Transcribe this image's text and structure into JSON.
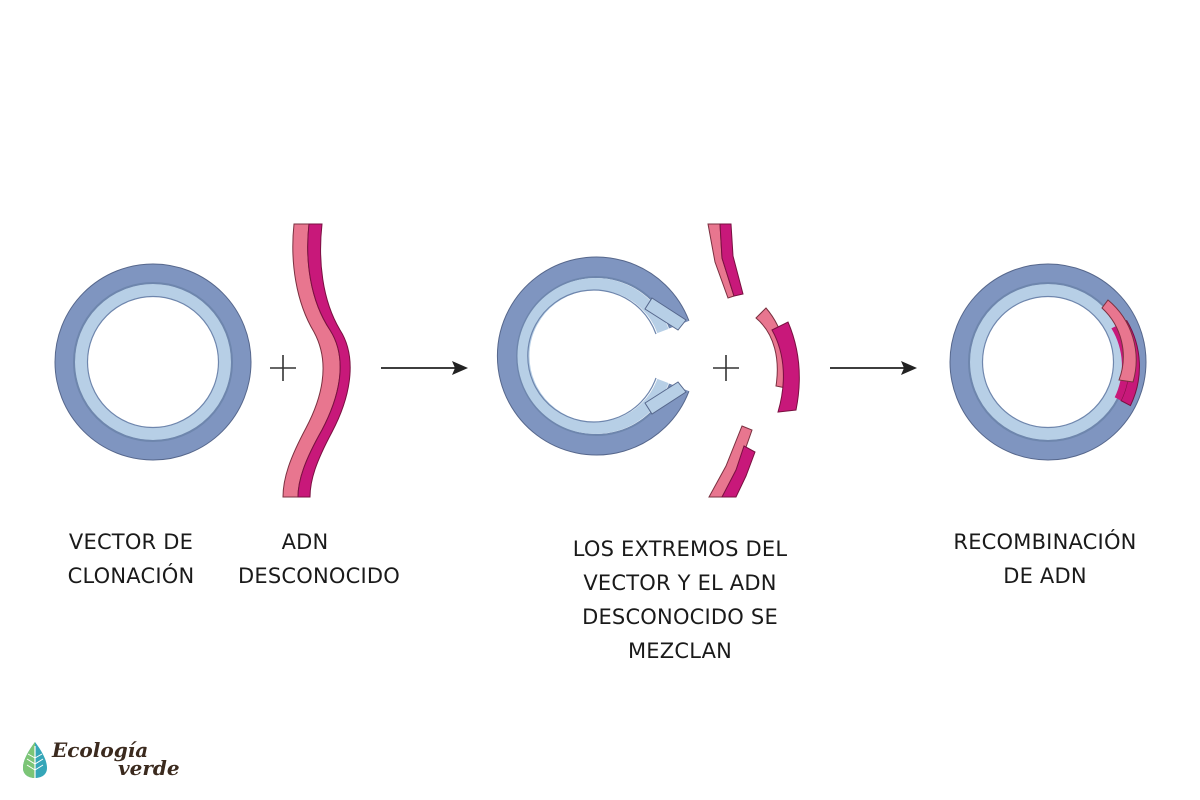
{
  "labels": {
    "vector": [
      "VECTOR DE",
      "CLONACIÓN"
    ],
    "dna": [
      "ADN",
      "DESCONOCIDO"
    ],
    "mixing": [
      "LOS EXTREMOS DEL",
      "VECTOR Y EL ADN",
      "DESCONOCIDO SE",
      "MEZCLAN"
    ],
    "recombination": [
      "RECOMBINACIÓN",
      "DE ADN"
    ]
  },
  "logo": {
    "word1": "Ecología",
    "word2": "verde"
  },
  "colors": {
    "vector_outer": "#7f95c0",
    "vector_inner": "#b7cfe6",
    "dna_dark": "#c8187a",
    "dna_light": "#e8768f",
    "arrow": "#222222"
  },
  "icons": [
    "plus-icon",
    "arrow-right-icon",
    "leaf-logo-icon"
  ]
}
